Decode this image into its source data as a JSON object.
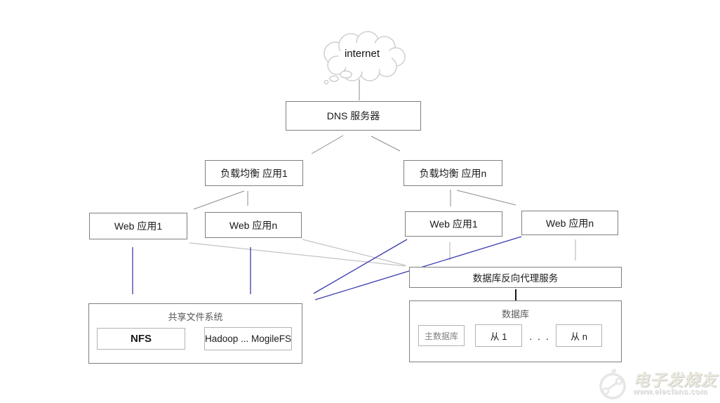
{
  "diagram": {
    "internet": {
      "label": "internet"
    },
    "dns": {
      "label": "DNS 服务器"
    },
    "lb1": {
      "label": "负载均衡 应用1"
    },
    "lbn": {
      "label": "负载均衡 应用n"
    },
    "web_left_1": {
      "label": "Web 应用1"
    },
    "web_left_n": {
      "label": "Web 应用n"
    },
    "web_right_1": {
      "label": "Web 应用1"
    },
    "web_right_n": {
      "label": "Web 应用n"
    },
    "db_proxy": {
      "label": "数据库反向代理服务"
    },
    "shared_fs": {
      "label": "共享文件系统",
      "nfs": "NFS",
      "hadoop": "Hadoop ... MogileFS"
    },
    "database": {
      "label": "数据库",
      "master": "主数据库",
      "slave_1": "从 1",
      "dots": ". . .",
      "slave_n": "从  n"
    }
  },
  "watermark": {
    "brand": "电子发烧友",
    "url": "www.elecfans.com"
  },
  "colors": {
    "box_border": "#7f7f7f",
    "inner_border": "#b3b3b3",
    "connector_gray": "#8c8c8c",
    "connector_light_gray": "#c4c4c4",
    "connector_blue": "#3b3bb0",
    "connector_dark": "#1a1a1a",
    "cloud_outline": "#c8c8c8",
    "label_gray": "#595959",
    "watermark_gray": "#e3e3e3"
  }
}
